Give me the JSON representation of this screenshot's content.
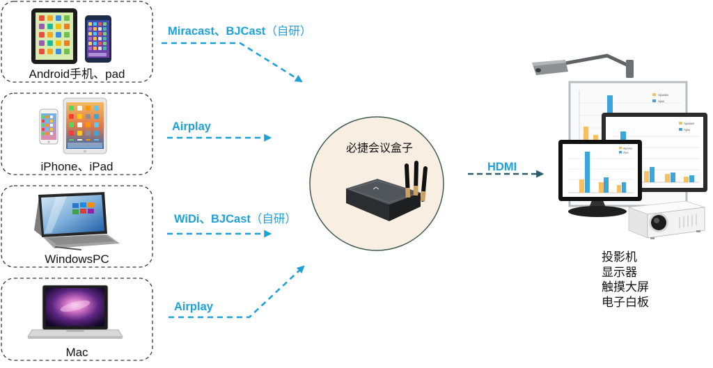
{
  "colors": {
    "accent": "#1ea1d9",
    "hdmi": "#2b5a6c",
    "hub_fill": "#f8eee2",
    "hub_stroke": "#3d5b4f"
  },
  "sources": [
    {
      "label": "Android手机、pad",
      "icon": "android-tablet-phone-icon"
    },
    {
      "label": "iPhone、iPad",
      "icon": "iphone-ipad-icon"
    },
    {
      "label": "WindowsPC",
      "icon": "surface-laptop-icon"
    },
    {
      "label": "Mac",
      "icon": "macbook-icon"
    }
  ],
  "connections": [
    {
      "protocol": "Miracast、BJCast",
      "note": "（自研）"
    },
    {
      "protocol": "Airplay",
      "note": ""
    },
    {
      "protocol": "WiDi、BJCast",
      "note": "（自研）"
    },
    {
      "protocol": "Airplay",
      "note": ""
    }
  ],
  "hub": {
    "label": "必捷会议盒子",
    "icon": "conference-box-with-antennas-icon"
  },
  "output": {
    "label": "HDMI"
  },
  "displays": {
    "icon": "projector-monitor-whiteboard-icon",
    "labels": [
      "投影机",
      "显示器",
      "触摸大屏",
      "电子白板"
    ],
    "screen_legend": [
      "Ajaxian",
      "Ajax"
    ]
  }
}
